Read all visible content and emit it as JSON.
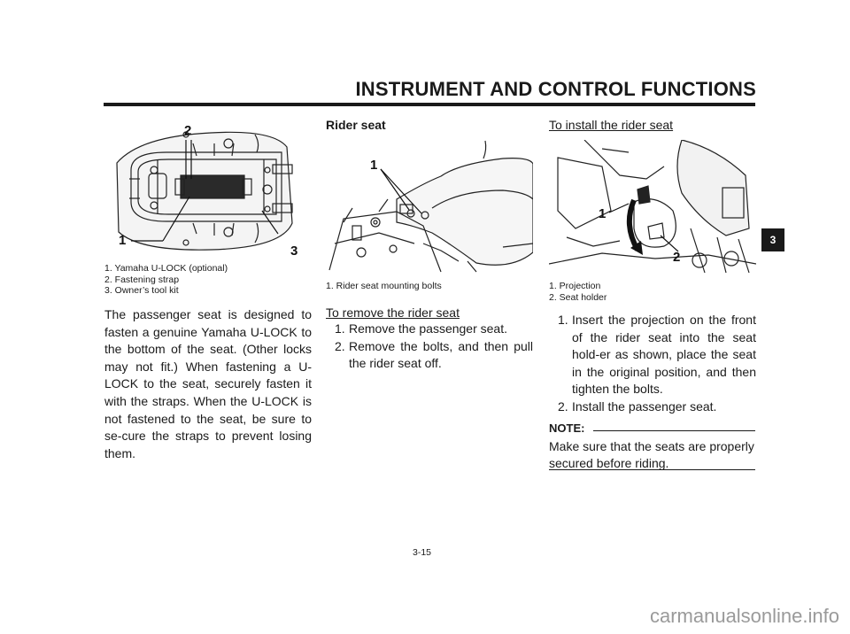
{
  "header": {
    "title": "INSTRUMENT AND CONTROL FUNCTIONS",
    "chapter_tab": "3"
  },
  "figure1": {
    "callouts": [
      "2",
      "1",
      "3"
    ],
    "captions": [
      "1. Yamaha U-LOCK (optional)",
      "2. Fastening strap",
      "3. Owner’s tool kit"
    ]
  },
  "left_text": "The passenger seat is designed to fasten a genuine Yamaha U-LOCK to the bottom of the seat. (Other locks may not fit.) When fastening a U-LOCK to the seat, securely fasten it with the straps. When the U-LOCK is not fastened to the seat, be sure to se-cure the straps to prevent losing them.",
  "middle": {
    "section_title": "Rider seat",
    "figure_callout": "1",
    "caption": "1. Rider seat mounting bolts",
    "remove_title": "To remove the rider seat",
    "steps": [
      {
        "num": "1.",
        "text": "Remove the passenger seat."
      },
      {
        "num": "2.",
        "text": "Remove the bolts, and then pull the rider seat off."
      }
    ]
  },
  "right": {
    "install_title": "To install the rider seat",
    "figure_callouts": [
      "1",
      "2"
    ],
    "captions": [
      "1. Projection",
      "2. Seat holder"
    ],
    "steps": [
      {
        "num": "1.",
        "text": "Insert the projection on the front of the rider seat into the seat hold-er as shown, place the seat in the original position, and then tighten the bolts."
      },
      {
        "num": "2.",
        "text": "Install the passenger seat."
      }
    ],
    "note_label": "NOTE:",
    "note_text": "Make sure that the seats are properly secured before riding."
  },
  "footer": {
    "page_number": "3-15",
    "watermark": "carmanualsonline.info"
  }
}
